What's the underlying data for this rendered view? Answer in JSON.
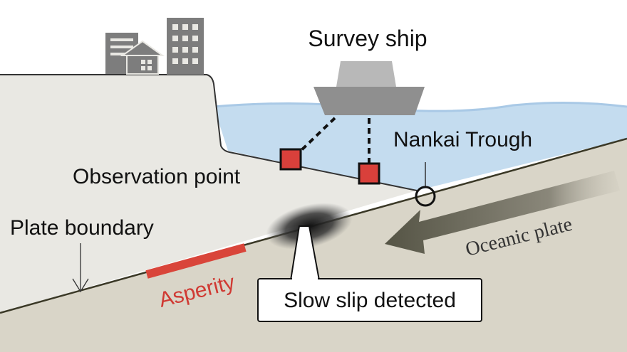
{
  "labels": {
    "survey_ship": "Survey ship",
    "nankai_trough": "Nankai Trough",
    "observation_point": "Observation point",
    "plate_boundary": "Plate boundary",
    "oceanic_plate": "Oceanic plate",
    "asperity": "Asperity",
    "slow_slip": "Slow slip detected"
  },
  "icons": [
    "office-building-icon",
    "house-icon",
    "apartment-building-icon",
    "ship-icon"
  ],
  "colors": {
    "sea": "#c4dcef",
    "land": "#e9e8e3",
    "oceanic_plate": "#d9d5c8",
    "asperity": "#d9453a",
    "station": "#d9403b",
    "arrow": "#6e6c5e",
    "building": "#7d7d7d"
  }
}
